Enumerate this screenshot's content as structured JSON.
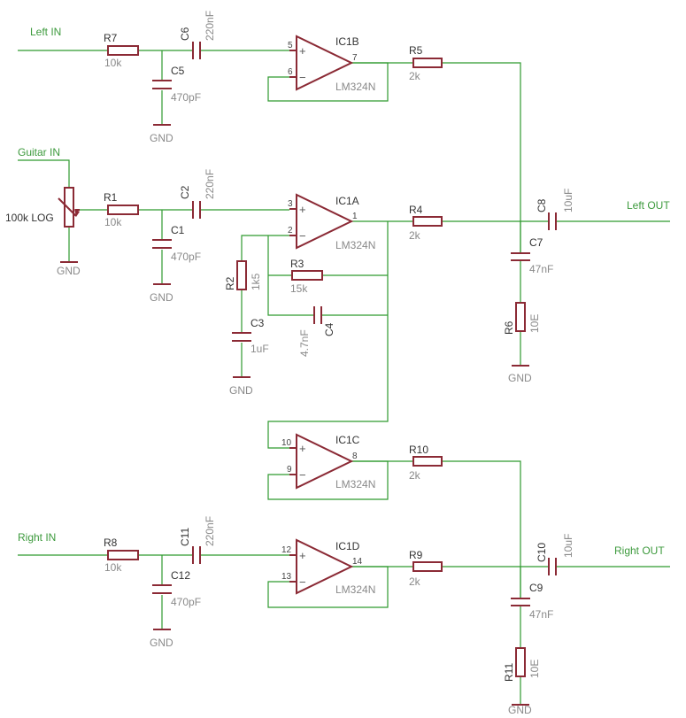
{
  "nets": {
    "left_in": "Left IN",
    "guitar_in": "Guitar IN",
    "right_in": "Right IN",
    "left_out": "Left OUT",
    "right_out": "Right OUT"
  },
  "gnd": "GND",
  "pot": {
    "value": "100k LOG"
  },
  "resistors": {
    "R1": {
      "name": "R1",
      "value": "10k"
    },
    "R2": {
      "name": "R2",
      "value": "1k5"
    },
    "R3": {
      "name": "R3",
      "value": "15k"
    },
    "R4": {
      "name": "R4",
      "value": "2k"
    },
    "R5": {
      "name": "R5",
      "value": "2k"
    },
    "R6": {
      "name": "R6",
      "value": "10E"
    },
    "R7": {
      "name": "R7",
      "value": "10k"
    },
    "R8": {
      "name": "R8",
      "value": "10k"
    },
    "R9": {
      "name": "R9",
      "value": "2k"
    },
    "R10": {
      "name": "R10",
      "value": "2k"
    },
    "R11": {
      "name": "R11",
      "value": "10E"
    }
  },
  "capacitors": {
    "C1": {
      "name": "C1",
      "value": "470pF"
    },
    "C2": {
      "name": "C2",
      "value": "220nF"
    },
    "C3": {
      "name": "C3",
      "value": "1uF"
    },
    "C4": {
      "name": "C4",
      "value": "4.7nF"
    },
    "C5": {
      "name": "C5",
      "value": "470pF"
    },
    "C6": {
      "name": "C6",
      "value": "220nF"
    },
    "C7": {
      "name": "C7",
      "value": "47nF"
    },
    "C8": {
      "name": "C8",
      "value": "10uF"
    },
    "C9": {
      "name": "C9",
      "value": "47nF"
    },
    "C10": {
      "name": "C10",
      "value": "10uF"
    },
    "C11": {
      "name": "C11",
      "value": "220nF"
    },
    "C12": {
      "name": "C12",
      "value": "470pF"
    }
  },
  "opamps": {
    "IC1A": {
      "name": "IC1A",
      "part": "LM324N",
      "pin_plus": "3",
      "pin_minus": "2",
      "pin_out": "1"
    },
    "IC1B": {
      "name": "IC1B",
      "part": "LM324N",
      "pin_plus": "5",
      "pin_minus": "6",
      "pin_out": "7"
    },
    "IC1C": {
      "name": "IC1C",
      "part": "LM324N",
      "pin_plus": "10",
      "pin_minus": "9",
      "pin_out": "8"
    },
    "IC1D": {
      "name": "IC1D",
      "part": "LM324N",
      "pin_plus": "12",
      "pin_minus": "13",
      "pin_out": "14"
    }
  },
  "signs": {
    "plus": "+",
    "minus": "−"
  }
}
